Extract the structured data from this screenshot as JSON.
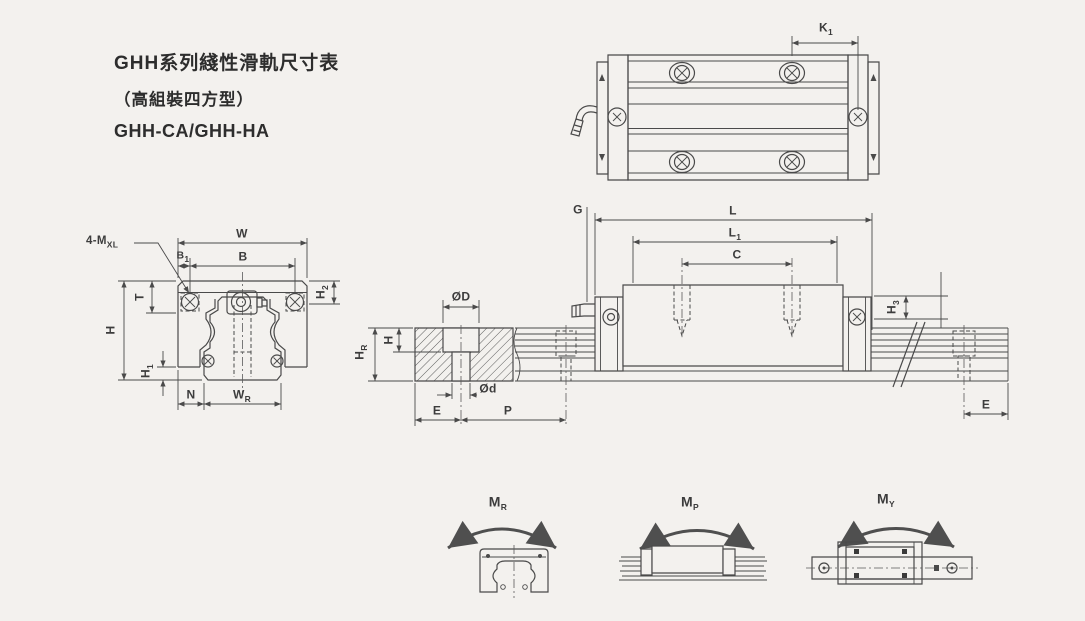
{
  "title": {
    "line1": "GHH系列綫性滑軌尺寸表",
    "line2": "（高組裝四方型）",
    "line3": "GHH-CA/GHH-HA"
  },
  "labels": {
    "k1": {
      "base": "K",
      "sub": "1"
    },
    "w": {
      "base": "W",
      "sub": ""
    },
    "b1": {
      "base": "B",
      "sub": "1"
    },
    "b": {
      "base": "B",
      "sub": ""
    },
    "h2": {
      "base": "H",
      "sub": "2"
    },
    "t": {
      "base": "T",
      "sub": ""
    },
    "h": {
      "base": "H",
      "sub": ""
    },
    "h1": {
      "base": "H",
      "sub": "1"
    },
    "n": {
      "base": "N",
      "sub": ""
    },
    "wr": {
      "base": "W",
      "sub": "R"
    },
    "screw_note": {
      "base": "4-M",
      "sub": "XL"
    },
    "g": {
      "base": "G",
      "sub": ""
    },
    "l": {
      "base": "L",
      "sub": ""
    },
    "l1": {
      "base": "L",
      "sub": "1"
    },
    "c": {
      "base": "C",
      "sub": ""
    },
    "h3": {
      "base": "H",
      "sub": "3"
    },
    "dia_D": {
      "base": "ØD",
      "sub": ""
    },
    "h_depth": {
      "base": "H",
      "sub": ""
    },
    "hr": {
      "base": "H",
      "sub": "R"
    },
    "dia_d": {
      "base": "Ød",
      "sub": ""
    },
    "e_left": {
      "base": "E",
      "sub": ""
    },
    "p": {
      "base": "P",
      "sub": ""
    },
    "e_right": {
      "base": "E",
      "sub": ""
    },
    "mr": {
      "base": "M",
      "sub": "R"
    },
    "mp": {
      "base": "M",
      "sub": "P"
    },
    "my": {
      "base": "M",
      "sub": "Y"
    }
  },
  "colors": {
    "line": "#4a4a4a",
    "background": "#f3f1ee",
    "text": "#3c3c3c"
  }
}
